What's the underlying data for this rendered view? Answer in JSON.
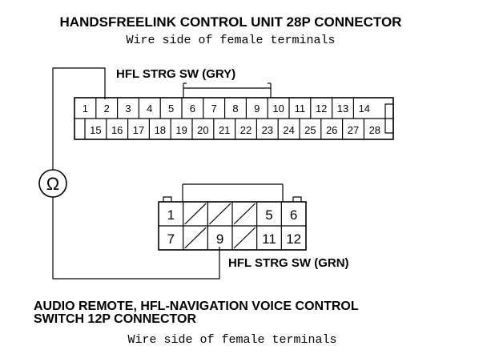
{
  "top_connector": {
    "title": "HANDSFREELINK CONTROL UNIT 28P CONNECTOR",
    "subtitle": "Wire side of female terminals",
    "pins_row1": [
      "1",
      "2",
      "3",
      "4",
      "5",
      "6",
      "7",
      "8",
      "9",
      "10",
      "11",
      "12",
      "13",
      "14"
    ],
    "pins_row2": [
      "15",
      "16",
      "17",
      "18",
      "19",
      "20",
      "21",
      "22",
      "23",
      "24",
      "25",
      "26",
      "27",
      "28"
    ],
    "callout": "HFL STRG SW (GRY)"
  },
  "ohmmeter": {
    "symbol": "Ω"
  },
  "bottom_connector": {
    "row1": [
      "1",
      "",
      "",
      "",
      "5",
      "6"
    ],
    "row2": [
      "7",
      "",
      "9",
      "",
      "11",
      "12"
    ],
    "callout": "HFL STRG SW (GRN)",
    "title_line1": "AUDIO REMOTE, HFL-NAVIGATION VOICE CONTROL",
    "title_line2": "SWITCH 12P CONNECTOR",
    "subtitle": "Wire side of female terminals"
  }
}
